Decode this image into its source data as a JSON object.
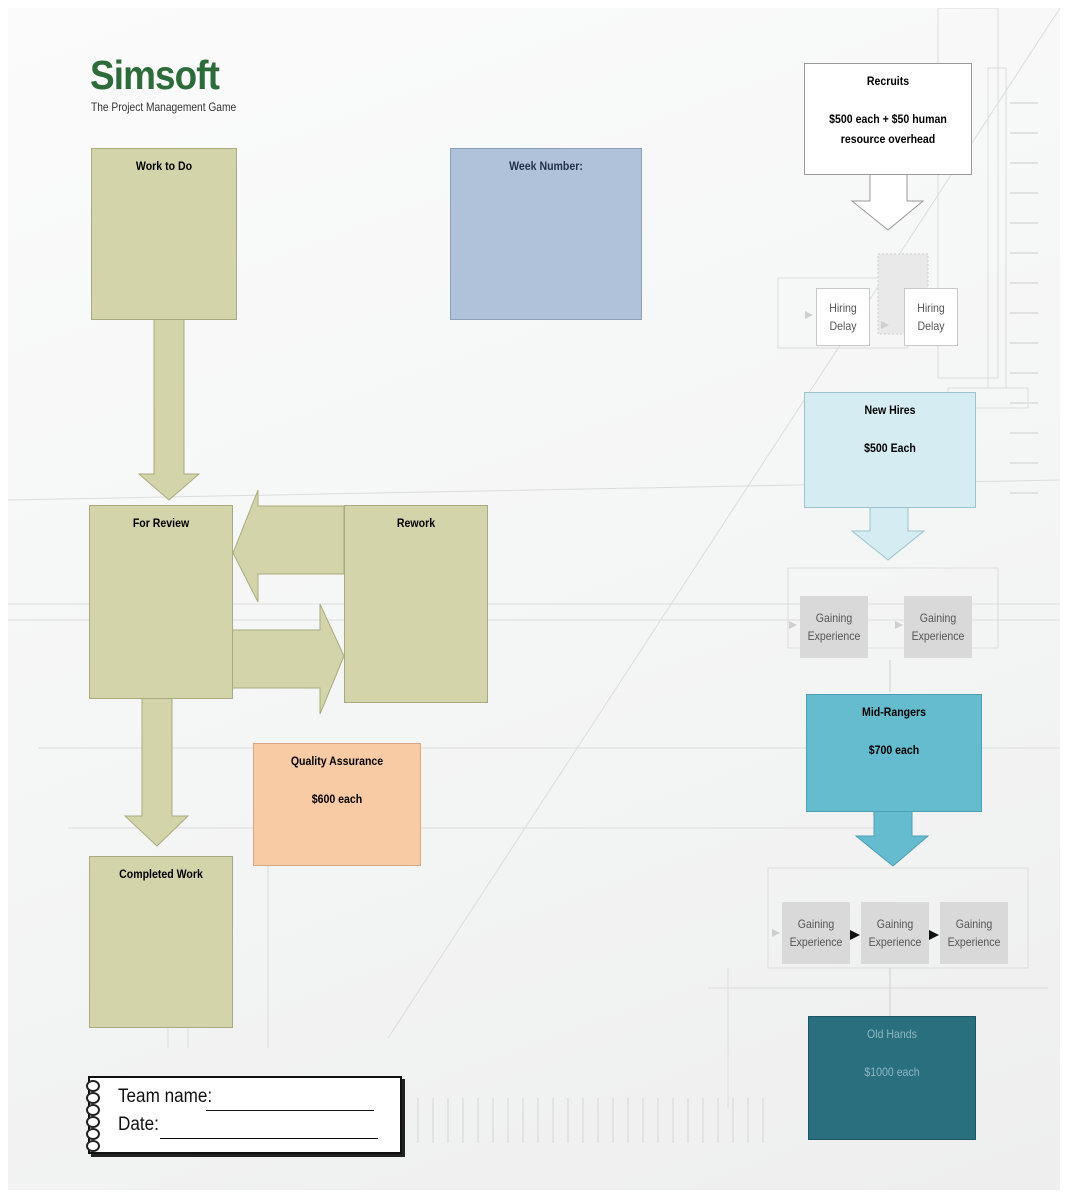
{
  "header": {
    "title": "Simsoft",
    "subtitle": "The Project Management Game"
  },
  "left_board": {
    "work_to_do": "Work to Do",
    "week_number": "Week  Number:",
    "for_review": "For Review",
    "rework": "Rework",
    "quality_assurance": {
      "label": "Quality Assurance",
      "cost": "$600 each"
    },
    "completed_work": "Completed Work"
  },
  "staffing": {
    "recruits": {
      "label": "Recruits",
      "cost_line1": "$500 each + $50 human",
      "cost_line2": "resource overhead"
    },
    "hiring_delay": [
      "Hiring Delay",
      "Hiring Delay"
    ],
    "new_hires": {
      "label": "New Hires",
      "cost": "$500 Each"
    },
    "gaining_experience_row1": [
      "Gaining Experience",
      "Gaining Experience"
    ],
    "mid_rangers": {
      "label": "Mid-Rangers",
      "cost": "$700 each"
    },
    "gaining_experience_row2": [
      "Gaining Experience",
      "Gaining Experience",
      "Gaining Experience"
    ],
    "old_hands": {
      "label": "Old Hands",
      "cost": "$1000 each"
    }
  },
  "team_card": {
    "team_name_label": "Team name:",
    "date_label": "Date:"
  },
  "colors": {
    "olive": "#d3d4aa",
    "week_blue": "#b0c1da",
    "qa_peach": "#f9cba5",
    "new_hires": "#d5ecf2",
    "mid_rangers": "#66bccf",
    "old_hands": "#2a6f7e",
    "title_green": "#2e6b3a"
  }
}
